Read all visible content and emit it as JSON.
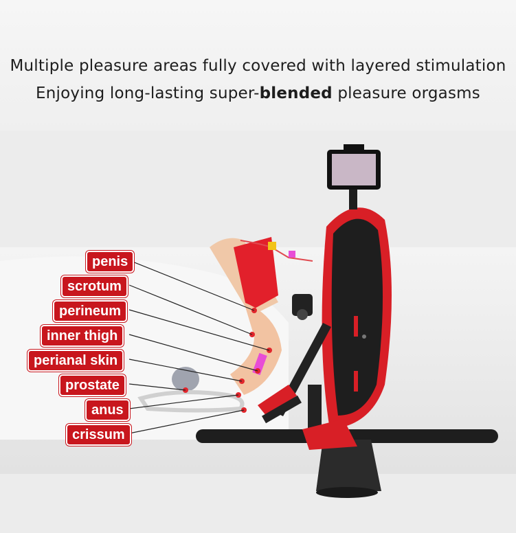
{
  "headline": {
    "line1": "Multiple pleasure areas fully covered with layered stimulation",
    "line2_prefix": "Enjoying long-lasting super-",
    "line2_bold": "blended",
    "line2_suffix": " pleasure orgasms"
  },
  "labels": [
    "penis",
    "scrotum",
    "perineum",
    "inner thigh",
    "perianal skin",
    "prostate",
    "anus",
    "crissum"
  ],
  "colors": {
    "tag_red": "#c8161d",
    "machine_red": "#d81f26",
    "machine_black": "#1e1e1e"
  }
}
